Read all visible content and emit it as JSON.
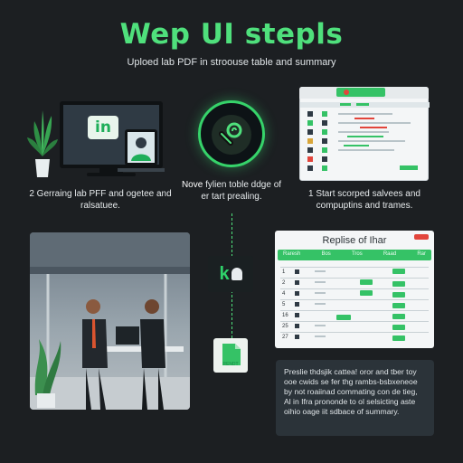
{
  "header": {
    "title": "Wep UI stepls",
    "subtitle": "Uploed lab PDF in stroouse table and summary"
  },
  "steps": {
    "step1": {
      "text": "2 Gerraing lab PFF and ogetee and ralsatuee.",
      "icon_label": "in"
    },
    "step2": {
      "highlight": "Nove",
      "text": "fylien toble ddge of er tart prealing.",
      "icon": "stethoscope-icon"
    },
    "step3": {
      "text": "1 Start scorped salvees and compuptins and trames."
    }
  },
  "center": {
    "k_tile": "k",
    "doc_label": "RENDT"
  },
  "table_panel": {
    "title": "Replise of Ihar",
    "columns": [
      "Raresh",
      "Bos",
      "Tros",
      "Raad",
      "Rar"
    ],
    "rows": [
      "1",
      "2",
      "4",
      "5",
      "16",
      "25",
      "27"
    ]
  },
  "summary": {
    "text": "Preslie thdsjik cattea! oror and tber toy ooe cwids se fer thg rambs-bsbxeneoe by not roaiinad commating con de tieg, Al in Ifra prononde to ol selsicting aste oihio oage iit sdbace of summary."
  },
  "colors": {
    "accent": "#4fe07c",
    "background": "#1c1f22",
    "table_header": "#35c266"
  }
}
